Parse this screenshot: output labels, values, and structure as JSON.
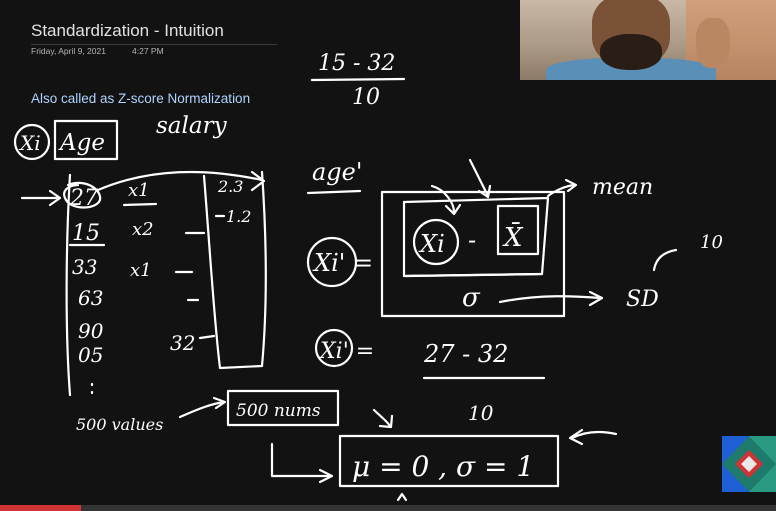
{
  "page": {
    "title": "Standardization - Intuition",
    "date": "Friday, April 9, 2021",
    "time": "4:27 PM",
    "subtitle": "Also called as Z-score Normalization"
  },
  "handwriting": {
    "top_fraction_numerator": "15 - 32",
    "top_fraction_denominator": "10",
    "header_var": "Xi",
    "header_age": "Age",
    "header_salary": "salary",
    "age_values": [
      "27",
      "15",
      "33",
      "63",
      "90",
      "05"
    ],
    "x_labels": [
      "x1",
      "x2",
      "x1"
    ],
    "scaled_values": [
      "2.3",
      "1.2"
    ],
    "value_32": "32",
    "count_note": "500 values",
    "box_note": "500 nums",
    "age_prime": "age'",
    "formula_lhs": "Xi' =",
    "formula_xi": "Xi",
    "formula_minus": "-",
    "formula_mean_sym": "X̄",
    "formula_sigma": "σ",
    "mean_label": "mean",
    "sd_label": "SD",
    "sd_value": "10",
    "example_lhs": "Xi' =",
    "example_numerator": "27 - 32",
    "example_denominator": "10",
    "result": "μ = 0 , σ = 1"
  },
  "video": {
    "progress": 0.105
  },
  "colors": {
    "background": "#121212",
    "subtitle": "#aed4ff",
    "ink": "#ffffff",
    "progress": "#d13232"
  },
  "icons": [
    "webcam-feed",
    "onenote-quilt-icon"
  ]
}
